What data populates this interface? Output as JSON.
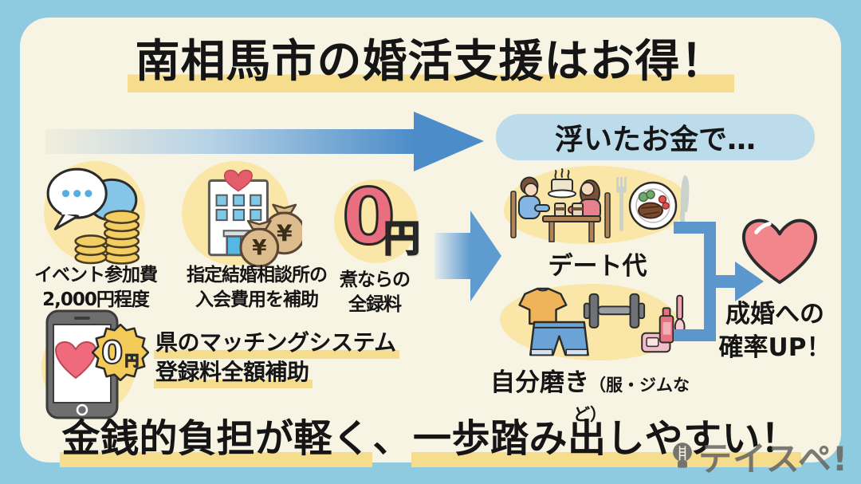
{
  "title": "南相馬市の婚活支援はお得！",
  "floated_money_label": "浮いたお金で…",
  "benefits": [
    {
      "line1": "イベント参加費",
      "line2": "2,000円程度"
    },
    {
      "line1": "指定結婚相談所の",
      "line2": "入会費用を補助"
    },
    {
      "zero": "0",
      "yen": "円",
      "line1": "煮ならの",
      "line2": "全録料"
    }
  ],
  "matching": {
    "badge_zero": "0",
    "badge_yen": "円",
    "line1": "県のマッチングシステム",
    "line2": "登録料全額補助"
  },
  "uses": [
    {
      "label": "デート代"
    },
    {
      "label": "自分磨き",
      "note": "（服・ジムなど）"
    }
  ],
  "result": {
    "line1": "成婚への",
    "line2": "確率UP！"
  },
  "footer": {
    "part1": "金銭的負担が軽く",
    "comma": "、",
    "part2": "一歩踏み出しやすい！"
  },
  "logo_text": "テイスペ!",
  "icons": {
    "yen_symbol": "¥"
  },
  "colors": {
    "background": "#8FCBE0",
    "card": "#F8F4E3",
    "highlight_yellow": "#F6DC8D",
    "icon_circle_yellow": "#FAE7A8",
    "accent_blue": "#4C8DC9",
    "pill_blue": "#BCDCEC",
    "price_pink": "#E96F80",
    "heart_pink": "#F1868D",
    "logo_gray": "#68685E"
  }
}
